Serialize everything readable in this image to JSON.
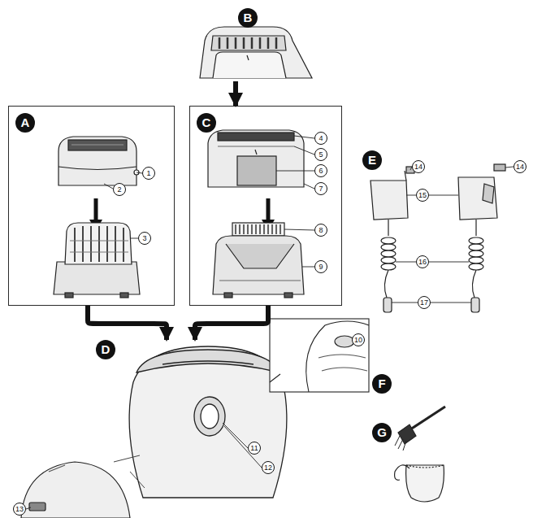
{
  "diagram": {
    "nodes": [
      {
        "text": [
          "B"
        ]
      },
      {
        "text": [
          "A"
        ]
      },
      {
        "text": [
          "C"
        ]
      },
      {
        "text": [
          "E"
        ]
      },
      {
        "text": [
          "D"
        ]
      },
      {
        "text": [
          "F"
        ]
      },
      {
        "text": [
          "G"
        ]
      }
    ],
    "edges": [
      {
        "from": 0,
        "to": 2,
        "arrow": "to"
      },
      {
        "from": 1,
        "to": 4,
        "arrow": "to"
      },
      {
        "from": 2,
        "to": 4,
        "arrow": "to"
      }
    ],
    "labels": [
      "1",
      "2",
      "3",
      "4",
      "5",
      "6",
      "7",
      "8",
      "9",
      "10",
      "11",
      "12",
      "13",
      "14",
      "14",
      "15",
      "16",
      "17"
    ]
  }
}
